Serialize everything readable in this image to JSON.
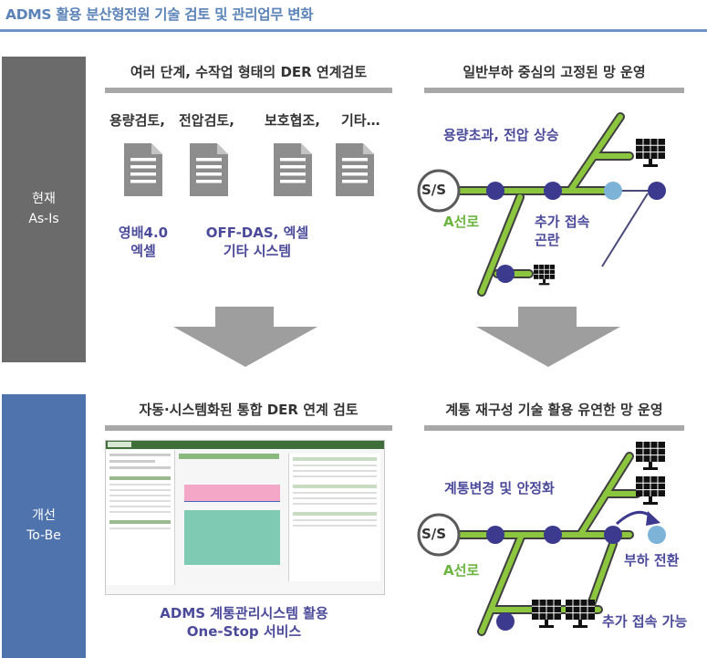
{
  "title": "ADMS 활용 분산형전원 기술 검토 및 관리업무 변화",
  "current": {
    "side_label_1": "현재",
    "side_label_2": "As-Is",
    "left_heading": "여러 단계, 수작업 형태의 DER 연계검토",
    "review_items": [
      "용량검토,",
      "전압검토,",
      "보호협조,",
      "기타…"
    ],
    "tool_1_line1": "영배4.0",
    "tool_1_line2": "엑셀",
    "tool_2_line1": "OFF-DAS, 엑셀",
    "tool_2_line2": "기타 시스템",
    "right_heading": "일반부하 중심의 고정된 망 운영",
    "problem": "용량초과, 전압 상승",
    "substation": "S/S",
    "line_label": "A선로",
    "connect_line1": "추가 접속",
    "connect_line2": "곤란"
  },
  "improved": {
    "side_label_1": "개선",
    "side_label_2": "To-Be",
    "left_heading": "자동·시스템화된 통합 DER 연계 검토",
    "service_line1": "ADMS 계통관리시스템 활용",
    "service_line2": "One-Stop 서비스",
    "right_heading": "계통 재구성 기술 활용 유연한 망 운영",
    "reconfig": "계통변경 및 안정화",
    "substation": "S/S",
    "line_label": "A선로",
    "load_transfer": "부하 전환",
    "connect_ok": "추가 접속 가능"
  },
  "colors": {
    "line_green": "#8cc63f",
    "node_blue": "#3b3a8f",
    "node_light": "#7eb3d8",
    "side_now": "#6b6b6b",
    "side_new": "#4f73ad",
    "arrow_gray": "#9e9e9e"
  }
}
